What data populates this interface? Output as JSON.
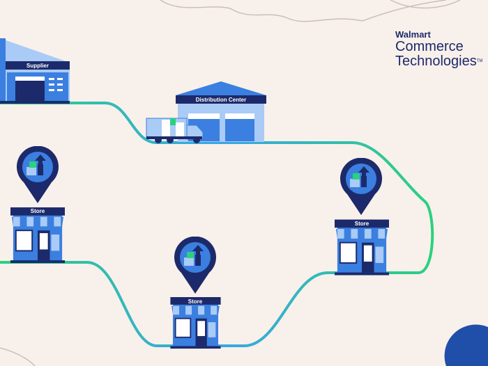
{
  "logo": {
    "brand": "Walmart",
    "line1": "Commerce",
    "line2": "Technologies",
    "trademark": "TM"
  },
  "nodes": {
    "supplier": "Supplier",
    "distribution_center": "Distribution Center",
    "stores": [
      "Store",
      "Store",
      "Store"
    ]
  },
  "colors": {
    "navy": "#1c2a6b",
    "blue": "#3b7fe0",
    "light_blue": "#a9cbf6",
    "route_green": "#2bd17e",
    "route_blue": "#3aa5e8",
    "background": "#f8f0ea"
  }
}
